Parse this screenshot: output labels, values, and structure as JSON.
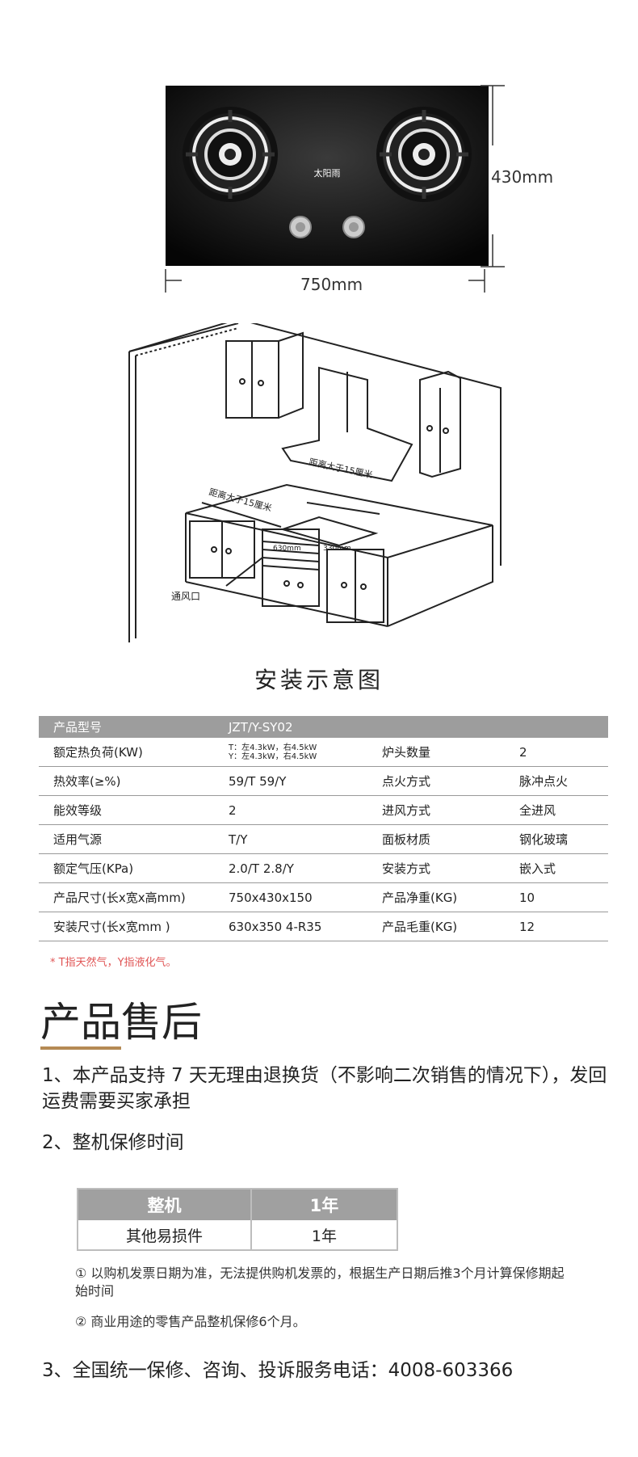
{
  "dimensions": {
    "height": "430mm",
    "width": "750mm"
  },
  "stove": {
    "brand": "太阳雨"
  },
  "diagram": {
    "label_left": "距离大于15厘米",
    "label_right": "距离大于15厘米",
    "dim_left": "630mm",
    "dim_right": "330mm",
    "vent_label": "通风口",
    "title": "安装示意图"
  },
  "spec": {
    "header": {
      "label": "产品型号",
      "value": "JZT/Y-SY02"
    },
    "rows": [
      {
        "k1": "额定热负荷(KW)",
        "v1_line1": "T：左4.3kW，右4.5kW",
        "v1_line2": "Y：左4.3kW，右4.5kW",
        "k2": "炉头数量",
        "v2": "2"
      },
      {
        "k1": "热效率(≥%)",
        "v1": "59/T   59/Y",
        "k2": "点火方式",
        "v2": "脉冲点火"
      },
      {
        "k1": "能效等级",
        "v1": "2",
        "k2": "进风方式",
        "v2": "全进风"
      },
      {
        "k1": "适用气源",
        "v1": "T/Y",
        "k2": "面板材质",
        "v2": "钢化玻璃"
      },
      {
        "k1": "额定气压(KPa)",
        "v1": "2.0/T  2.8/Y",
        "k2": "安装方式",
        "v2": "嵌入式"
      },
      {
        "k1": "产品尺寸(长x宽x高mm)",
        "v1": "750x430x150",
        "k2": "产品净重(KG)",
        "v2": "10"
      },
      {
        "k1": "安装尺寸(长x宽mm )",
        "v1": "630x350 4-R35",
        "k2": "产品毛重(KG)",
        "v2": "12"
      }
    ],
    "note": "* T指天然气，Y指液化气。"
  },
  "after_sales": {
    "title": "产品售后",
    "para1": "1、本产品支持 7 天无理由退换货（不影响二次销售的情况下），发回运费需要买家承担",
    "para2": "2、整机保修时间",
    "table": {
      "head": [
        "整机",
        "1年"
      ],
      "row": [
        "其他易损件",
        "1年"
      ]
    },
    "note1": "① 以购机发票日期为准，无法提供购机发票的，根据生产日期后推3个月计算保修期起始时间",
    "note2": "② 商业用途的零售产品整机保修6个月。",
    "para3": "3、全国统一保修、咨询、投诉服务电话：4008-603366"
  }
}
